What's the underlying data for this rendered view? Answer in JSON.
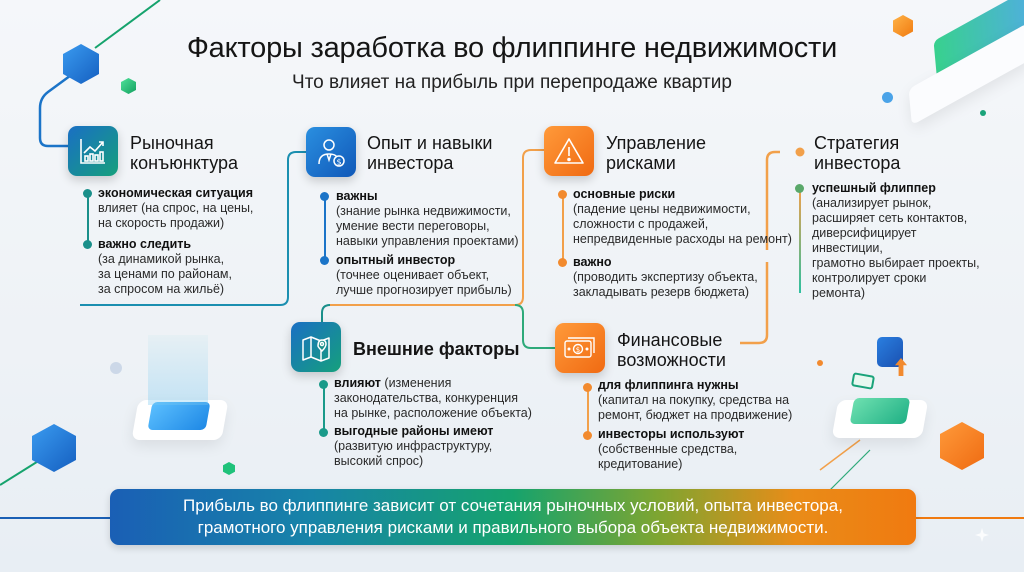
{
  "header": {
    "title": "Факторы заработка во флиппинге недвижимости",
    "subtitle": "Что влияет на прибыль при перепродаже квартир"
  },
  "cards": [
    {
      "id": "market",
      "title_line1": "Рыночная",
      "title_line2": "конъюнктура",
      "icon": "chart-growth-icon",
      "color": "#1a8f8a",
      "items": [
        {
          "bold": "экономическая ситуация",
          "lines": [
            "влияет (на спрос, на цены,",
            "на скорость продажи)"
          ]
        },
        {
          "bold": "важно следить",
          "lines": [
            "(за динамикой рынка,",
            "за ценами по районам,",
            "за спросом на жильё)"
          ]
        }
      ]
    },
    {
      "id": "experience",
      "title_line1": "Опыт и навыки",
      "title_line2": "инвестора",
      "icon": "investor-person-icon",
      "color": "#1b74c8",
      "items": [
        {
          "bold": "важны",
          "lines": [
            "(знание рынка недвижимости,",
            "умение вести переговоры,",
            "навыки управления проектами)"
          ]
        },
        {
          "bold": "опытный инвестор",
          "lines": [
            "(точнее оценивает объект,",
            "лучше прогнозирует прибыль)"
          ]
        }
      ]
    },
    {
      "id": "risks",
      "title_line1": "Управление",
      "title_line2": "рисками",
      "icon": "warning-triangle-icon",
      "color": "#f28a2e",
      "items": [
        {
          "bold": "основные риски",
          "lines": [
            "(падение цены недвижимости,",
            "сложности с продажей,",
            "непредвиденные расходы на ремонт)"
          ]
        },
        {
          "bold": "важно",
          "lines": [
            "(проводить экспертизу объекта,",
            "закладывать резерв бюджета)"
          ]
        }
      ]
    },
    {
      "id": "strategy",
      "title_line1": "Стратегия",
      "title_line2": "инвестора",
      "icon": "none",
      "color": "#5aa86a",
      "items": [
        {
          "bold": "успешный флиппер",
          "lines": [
            "(анализирует рынок,",
            "расширяет сеть контактов,",
            "диверсифицирует",
            "инвестиции,",
            "грамотно выбирает проекты,",
            "контролирует сроки",
            "ремонта)"
          ]
        }
      ]
    },
    {
      "id": "external",
      "title_line1": "Внешние факторы",
      "icon": "map-pin-icon",
      "color": "#1a9a8a",
      "items": [
        {
          "bold": "влияют",
          "inline": " (изменения",
          "lines": [
            "законодательства, конкуренция",
            "на рынке, расположение объекта)"
          ]
        },
        {
          "bold": "выгодные районы имеют",
          "lines": [
            "(развитую инфраструктуру,",
            "высокий спрос)"
          ]
        }
      ]
    },
    {
      "id": "finance",
      "title_line1": "Финансовые",
      "title_line2": "возможности",
      "icon": "money-stack-icon",
      "color": "#f28a2e",
      "items": [
        {
          "bold": "для флиппинга нужны",
          "lines": [
            "(капитал на покупку, средства на",
            "ремонт, бюджет на продвижение)"
          ]
        },
        {
          "bold": "инвесторы используют",
          "lines": [
            "(собственные средства,",
            "кредитование)"
          ]
        }
      ]
    }
  ],
  "footer": {
    "line1": "Прибыль во флиппинге зависит от сочетания рыночных условий, опыта инвестора,",
    "line2": "грамотного управления рисками и правильного выбора объекта недвижимости."
  },
  "colors": {
    "teal": "#15a07c",
    "blue": "#1b74c8",
    "orange": "#f28a2e",
    "green": "#5aa86a"
  }
}
